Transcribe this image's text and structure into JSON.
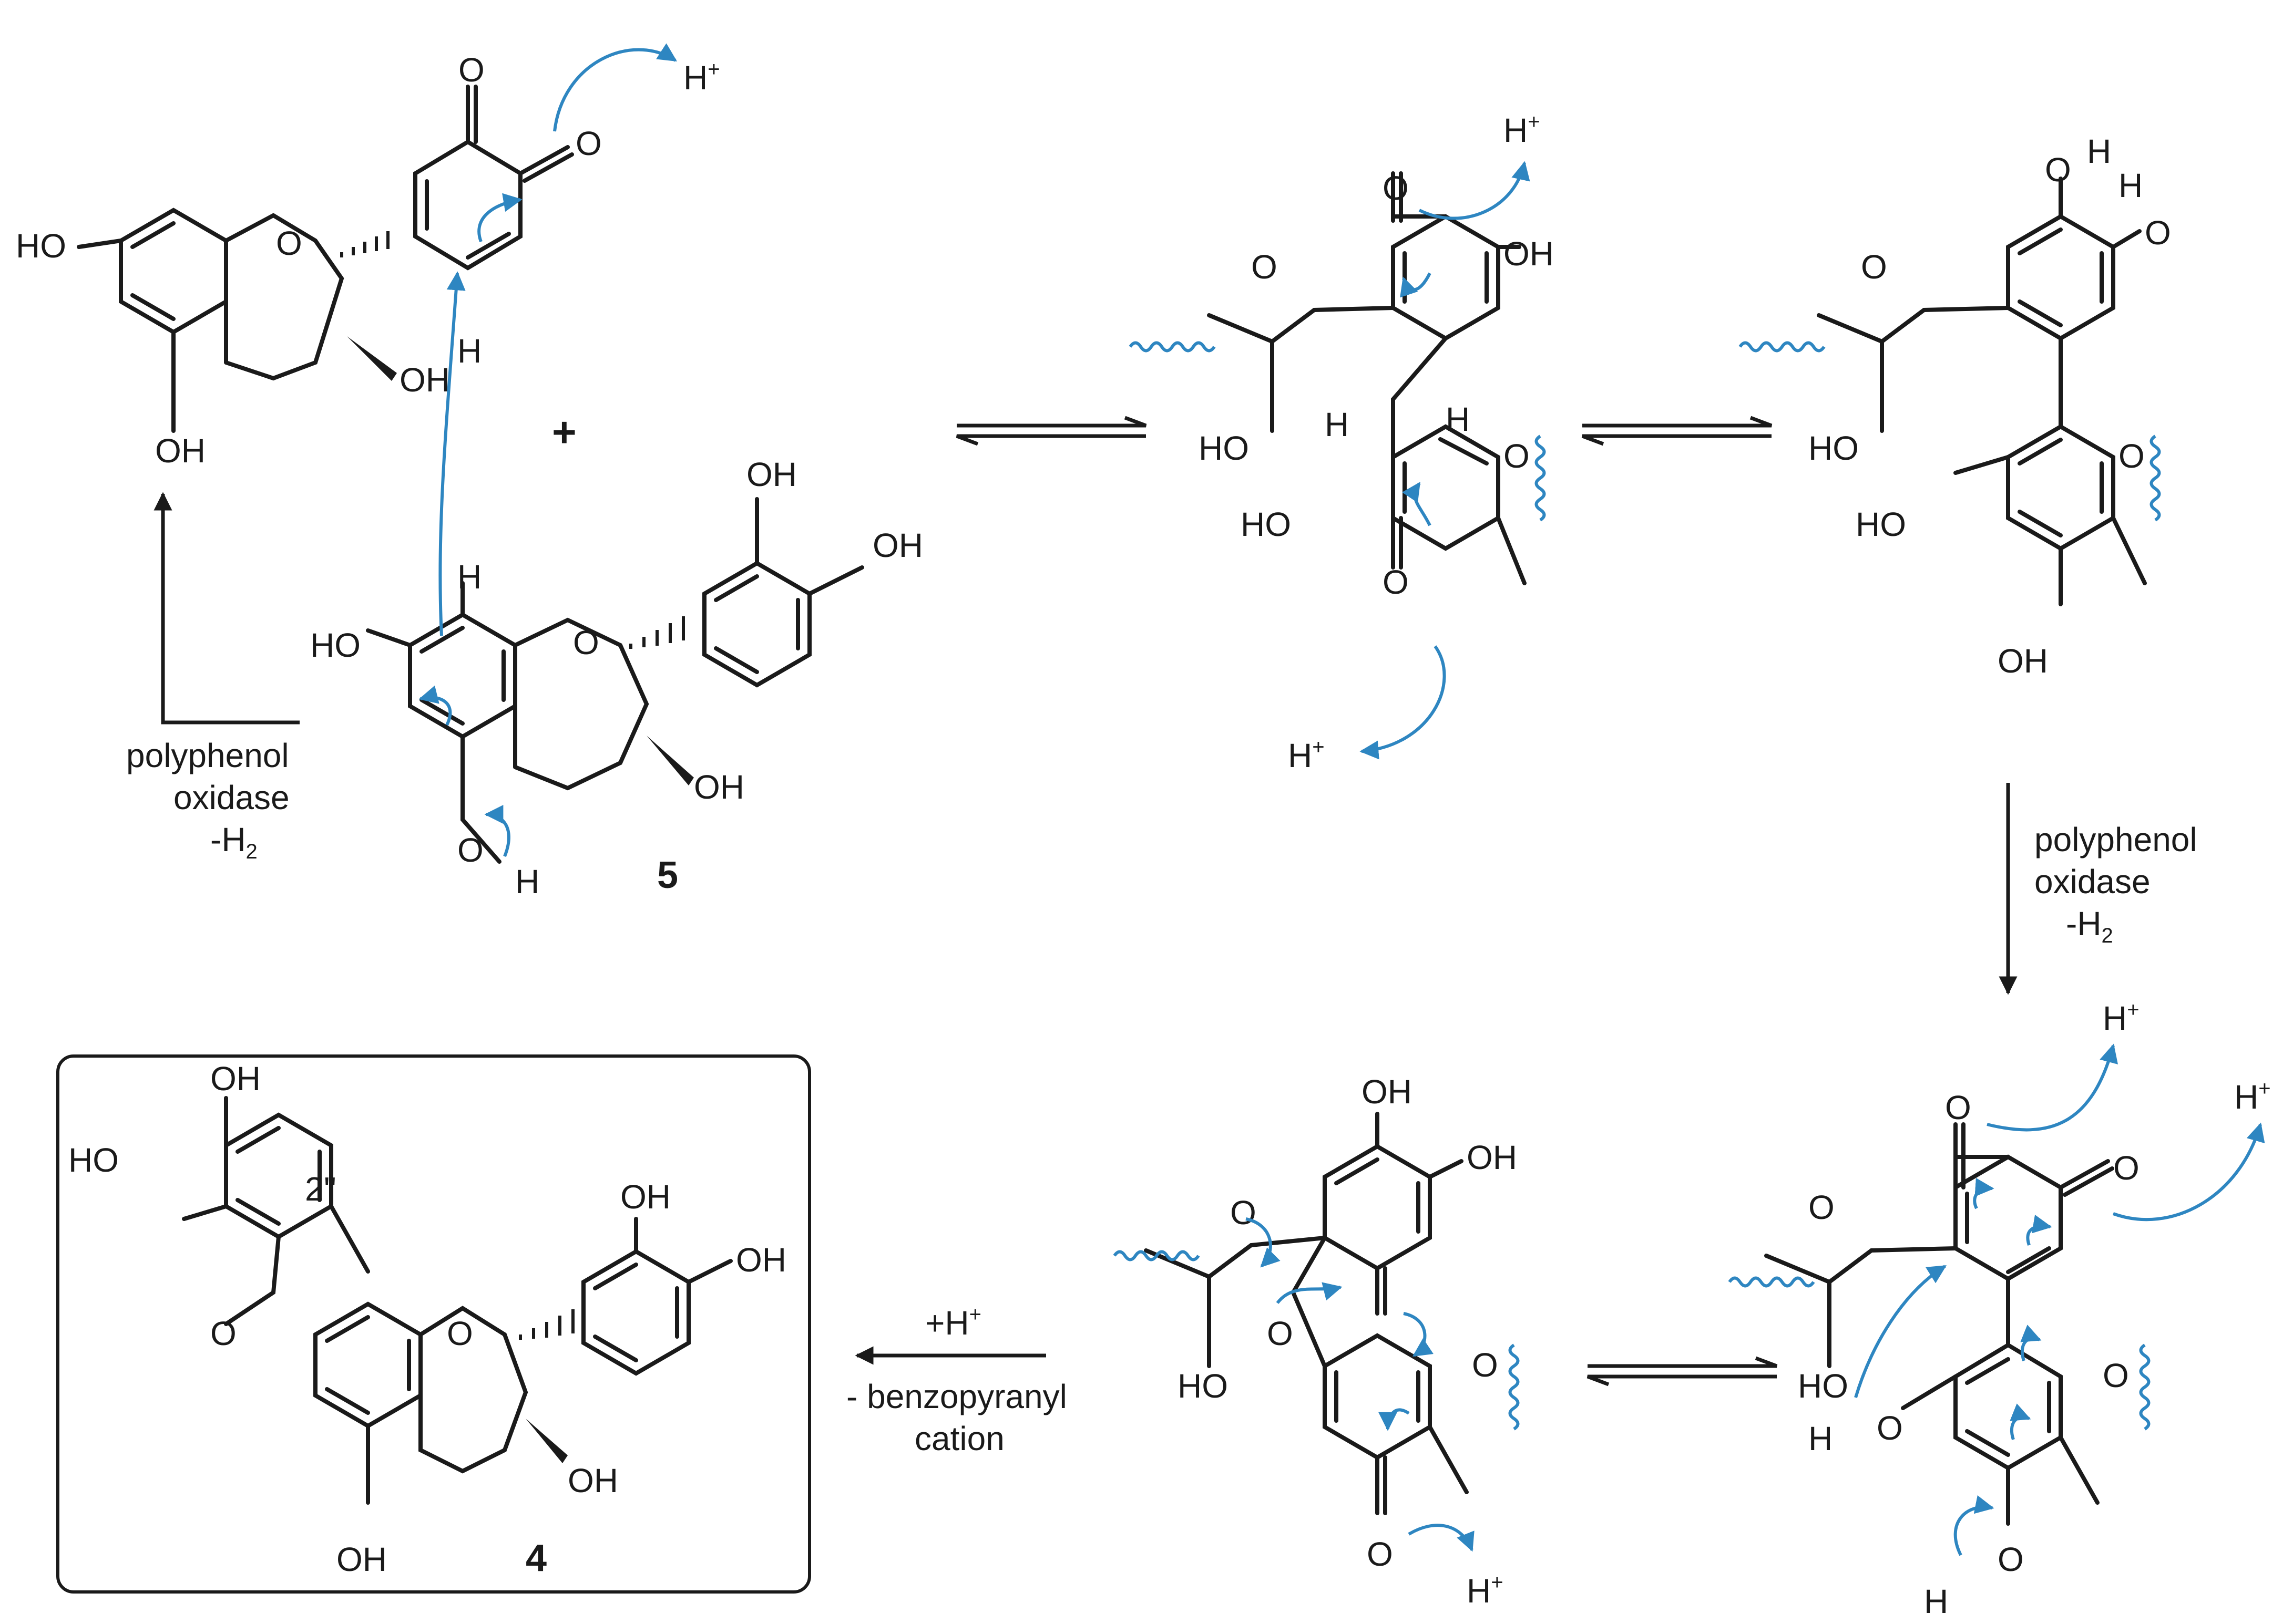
{
  "scheme": {
    "compound_labels": {
      "c5": "5",
      "c4": "4"
    },
    "plus_sign": "+",
    "atoms": {
      "HO": "HO",
      "OH": "OH",
      "O": "O",
      "H": "H",
      "H_plus": "H",
      "plus_sup": "+"
    },
    "position_label": "2''",
    "reagents": {
      "ppo_line1": "polyphenol",
      "ppo_line2": "oxidase",
      "ppo_line3_prefix": "-H",
      "ppo_line3_sub": "2",
      "final_line1_prefix": "+H",
      "final_line1_sup": "+",
      "final_line2": "- benzopyranyl",
      "final_line3": "cation"
    },
    "colors": {
      "ink": "#1a1a1a",
      "electron_arrow": "#2e86c1"
    }
  }
}
